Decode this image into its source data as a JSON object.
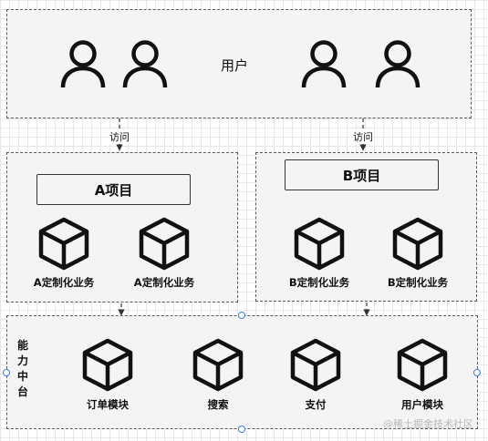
{
  "users": {
    "label": "用户"
  },
  "access_label": "访问",
  "project_a": {
    "title": "A项目",
    "modules": [
      "A定制化业务",
      "A定制化业务"
    ]
  },
  "project_b": {
    "title": "B项目",
    "modules": [
      "B定制化业务",
      "B定制化业务"
    ]
  },
  "platform": {
    "label_chars": [
      "能",
      "力",
      "中",
      "台"
    ],
    "modules": [
      "订单模块",
      "搜索",
      "支付",
      "用户模块"
    ]
  },
  "watermark": "@稀土掘金技术社区",
  "icons": [
    "user-icon",
    "cube-icon"
  ]
}
